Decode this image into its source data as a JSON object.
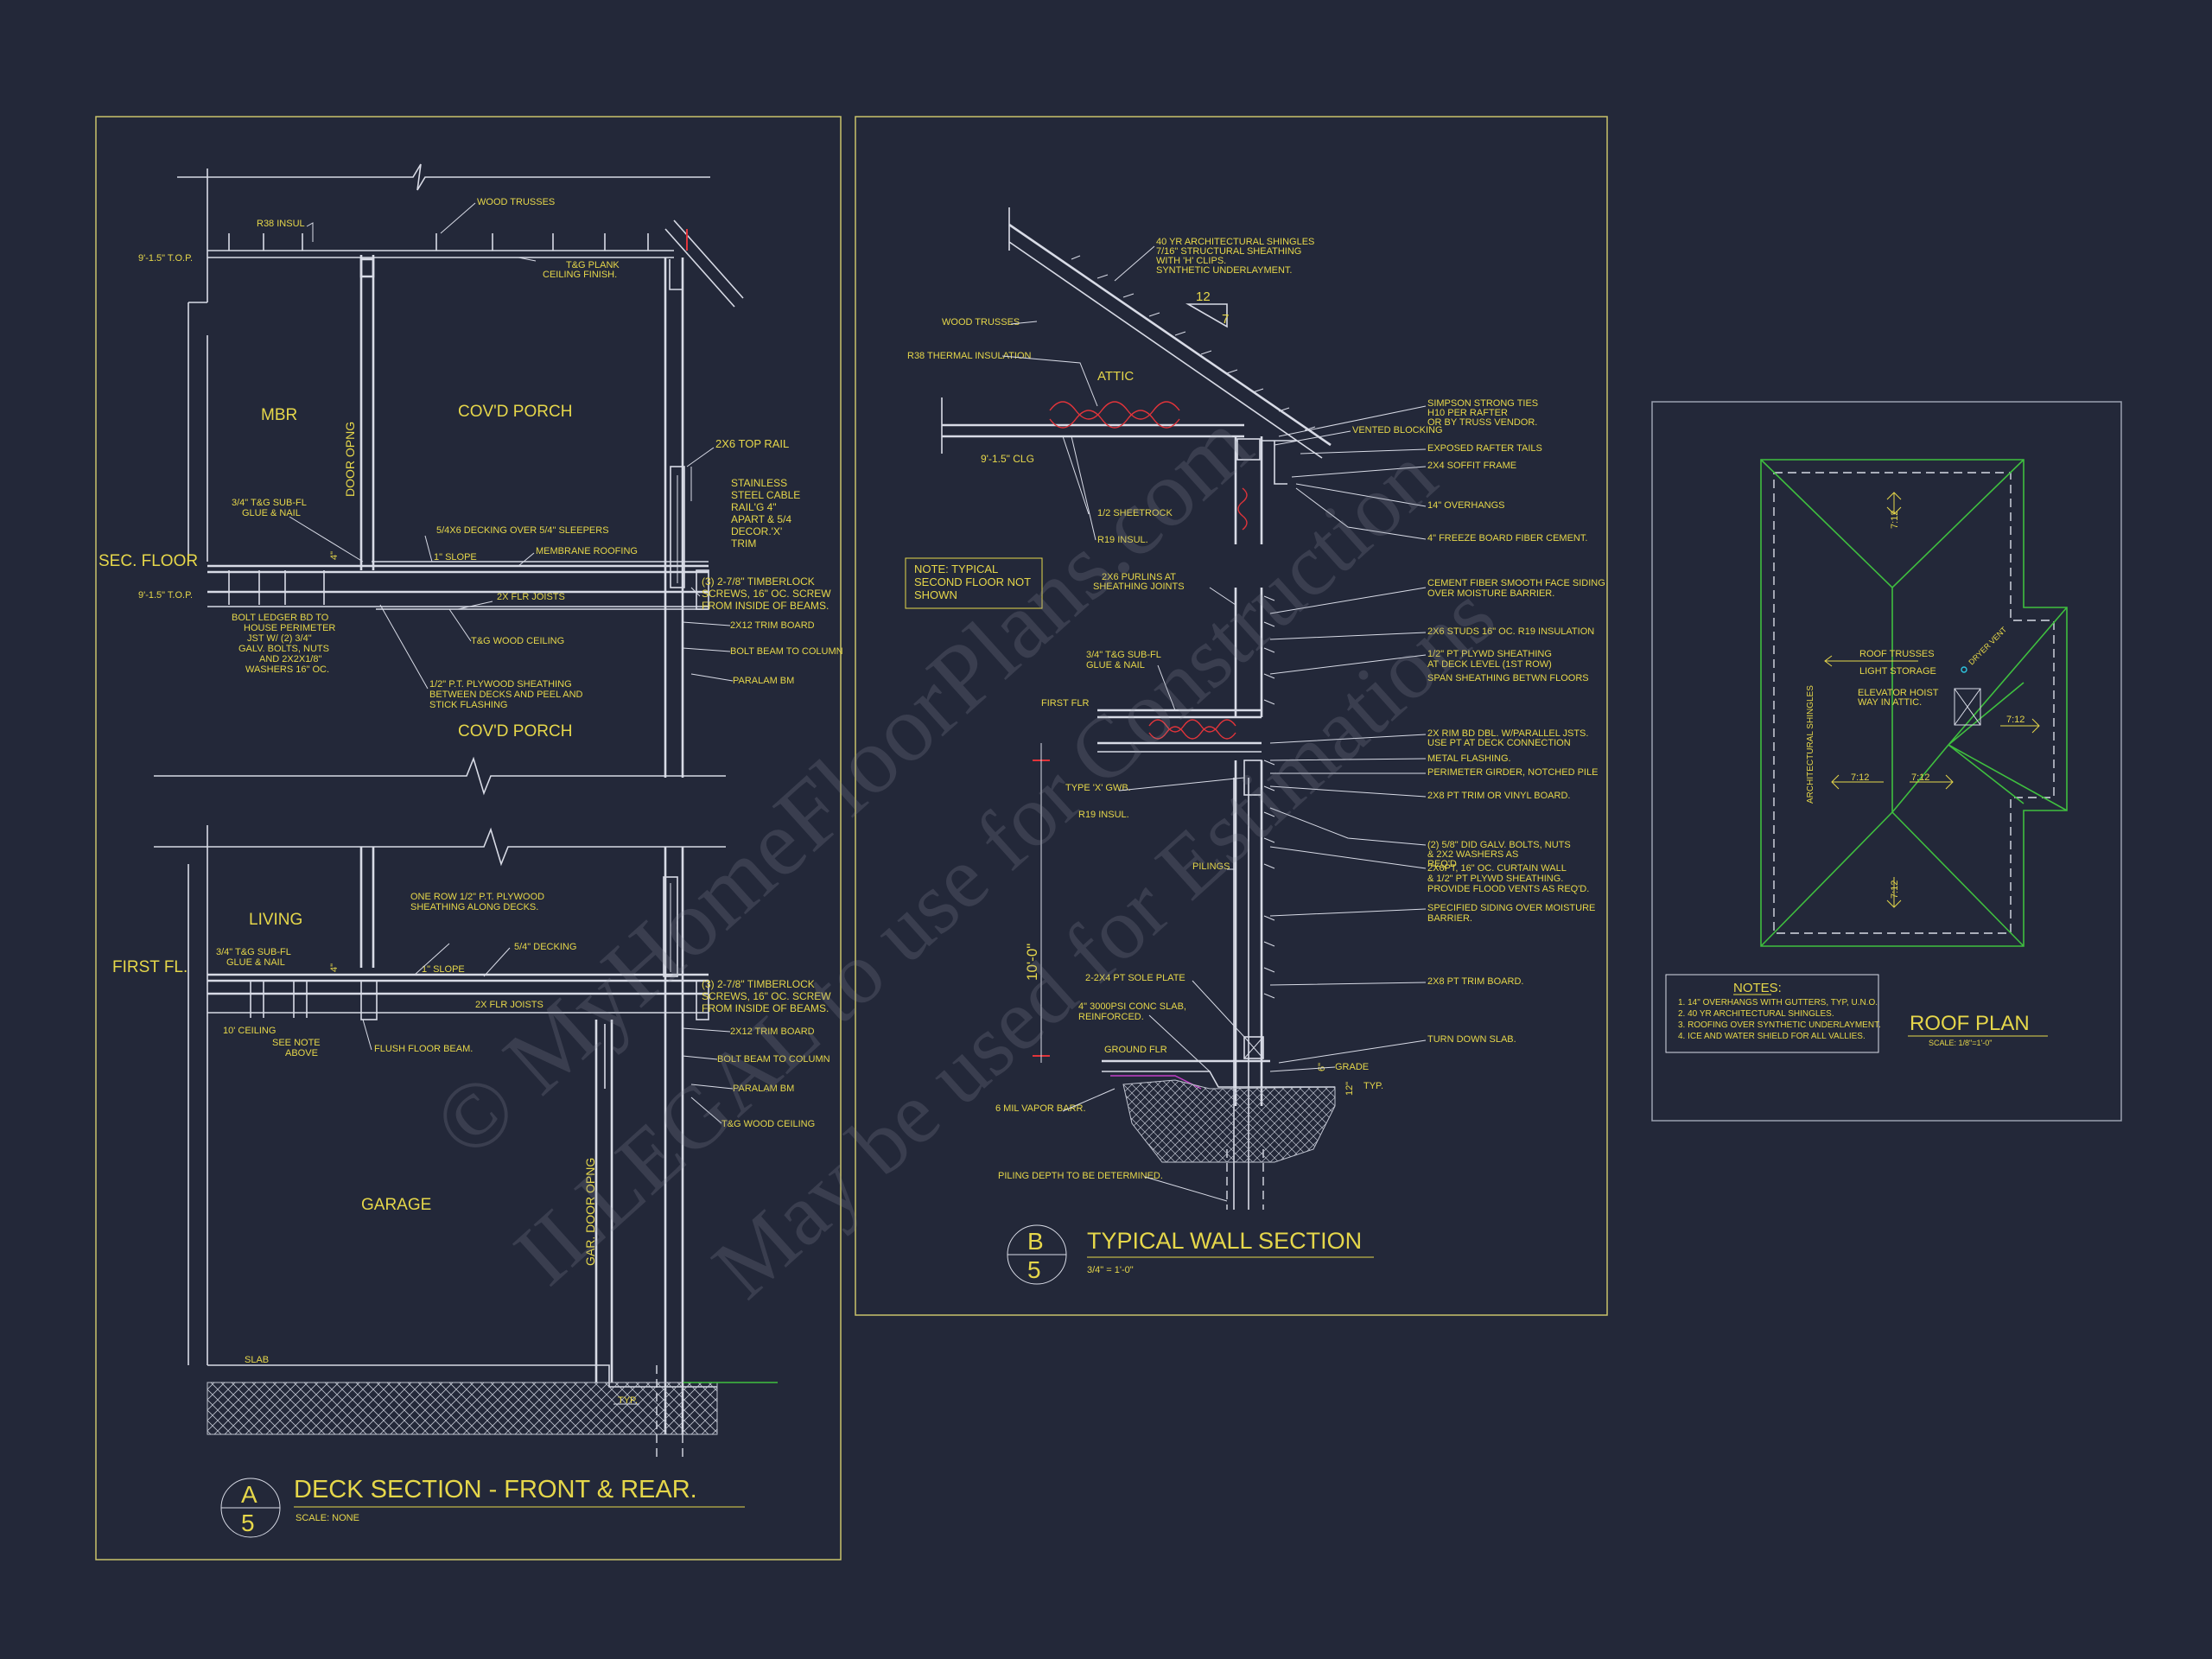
{
  "watermark": {
    "line1": "© MyHomeFloorPlans.com",
    "line2": "ILLEGAL to use for Construction",
    "line3": "May be used for Estimations"
  },
  "deck_section": {
    "title": "DECK SECTION - FRONT & REAR.",
    "scale": "SCALE: NONE",
    "bubble_top": "A",
    "bubble_bottom": "5",
    "rooms": {
      "mbr": "MBR",
      "covd_porch_upper": "COV'D PORCH",
      "covd_porch_lower": "COV'D PORCH",
      "living": "LIVING",
      "garage": "GARAGE"
    },
    "levels": {
      "sec_floor": "SEC. FLOOR",
      "first_fl": "FIRST FL."
    },
    "labels": {
      "top_plate_upper": "9'-1.5\" T.O.P.",
      "top_plate_mid": "9'-1.5\" T.O.P.",
      "r38_insul": "R38 INSUL",
      "wood_trusses": "WOOD TRUSSES",
      "tg_plank": "T&G PLANK",
      "ceiling_finish": "CEILING FINISH.",
      "door_opng": "DOOR OPNG",
      "top_rail": "2X6 TOP RAIL",
      "cable_rail": [
        "STAINLESS",
        "STEEL CABLE",
        "RAIL'G 4\"",
        "APART & 5/4",
        "DECOR.'X'",
        "TRIM"
      ],
      "subfl_upper": [
        "3/4\" T&G SUB-FL",
        "GLUE & NAIL"
      ],
      "decking_sleepers": "5/4X6 DECKING OVER 5/4\" SLEEPERS",
      "membrane": "MEMBRANE ROOFING",
      "slope_upper": "1\" SLOPE",
      "dim_upper": "4\"",
      "timberlock_upper": [
        "(3) 2-7/8\" TIMBERLOCK",
        "SCREWS, 16\" OC. SCREW",
        "FROM INSIDE OF BEAMS."
      ],
      "flr_joists_upper": "2X FLR JOISTS",
      "trim_board_upper": "2X12 TRIM BOARD",
      "tg_ceiling_upper": "T&G WOOD CEILING",
      "bolt_beam_upper": "BOLT BEAM TO COLUMN",
      "paralam_upper": "PARALAM BM",
      "bolt_ledger": [
        "BOLT LEDGER BD TO",
        "HOUSE PERIMETER",
        "JST W/ (2) 3/4\"",
        "GALV. BOLTS, NUTS",
        "AND 2X2X1/8\"",
        "WASHERS 16\" OC."
      ],
      "pt_sheathing": [
        "1/2\" P.T. PLYWOOD SHEATHING",
        "BETWEEN DECKS AND PEEL AND",
        "STICK FLASHING"
      ],
      "one_row_sheathing": [
        "ONE ROW 1/2\" P.T. PLYWOOD",
        "SHEATHING ALONG DECKS."
      ],
      "decking_lower": "5/4\" DECKING",
      "subfl_lower": [
        "3/4\" T&G SUB-FL",
        "GLUE & NAIL"
      ],
      "slope_lower": "1\" SLOPE",
      "dim_lower": "4\"",
      "timberlock_lower": [
        "(3) 2-7/8\" TIMBERLOCK",
        "SCREWS, 16\" OC. SCREW",
        "FROM INSIDE OF BEAMS."
      ],
      "flr_joists_lower": "2X FLR JOISTS",
      "ceiling_10": "10' CEILING",
      "see_note": [
        "SEE NOTE",
        "ABOVE"
      ],
      "flush_beam": "FLUSH FLOOR BEAM.",
      "trim_board_lower": "2X12 TRIM BOARD",
      "bolt_beam_lower": "BOLT BEAM TO COLUMN",
      "paralam_lower": "PARALAM BM",
      "tg_ceiling_lower": "T&G WOOD CEILING",
      "gar_door_opng": "GAR. DOOR OPNG",
      "slab": "SLAB",
      "typ": "TYP."
    }
  },
  "wall_section": {
    "title": "TYPICAL WALL SECTION",
    "scale": "3/4\" = 1'-0\"",
    "bubble_top": "B",
    "bubble_bottom": "5",
    "attic": "ATTIC",
    "pitch_rise": "12",
    "pitch_run": "7",
    "note_box": [
      "NOTE: TYPICAL",
      "SECOND FLOOR NOT",
      "SHOWN"
    ],
    "height_dim": "10'-0\"",
    "labels": {
      "shingles": [
        "40 YR ARCHITECTURAL SHINGLES",
        "7/16\" STRUCTURAL SHEATHING",
        "WITH 'H' CLIPS.",
        "SYNTHETIC UNDERLAYMENT."
      ],
      "wood_trusses": "WOOD TRUSSES",
      "r38": "R38 THERMAL INSULATION",
      "clg": "9'-1.5\" CLG",
      "sheetrock": "1/2 SHEETROCK",
      "r19_top": "R19 INSUL.",
      "simpson": [
        "SIMPSON STRONG TIES",
        "H10 PER RAFTER",
        "OR BY TRUSS VENDOR."
      ],
      "vented_blocking": "VENTED BLOCKING",
      "rafter_tails": "EXPOSED RAFTER TAILS",
      "soffit": "2X4 SOFFIT FRAME",
      "overhangs": "14\" OVERHANGS",
      "freeze_board": "4\" FREEZE BOARD FIBER CEMENT.",
      "purlins": [
        "2X6 PURLINS AT",
        "SHEATHING JOINTS"
      ],
      "siding": [
        "CEMENT FIBER SMOOTH FACE SIDING",
        "OVER MOISTURE BARRIER."
      ],
      "studs": "2X6 STUDS 16\" OC. R19 INSULATION",
      "plywood": [
        "1/2\" PT PLYWD SHEATHING",
        "AT DECK LEVEL (1ST ROW)",
        "SPAN SHEATHING BETWN FLOORS"
      ],
      "subfl": [
        "3/4\" T&G SUB-FL",
        "GLUE & NAIL"
      ],
      "first_flr": "FIRST FLR",
      "rim_bd": "2X RIM BD    DBL. W/PARALLEL JSTS.",
      "rim_bd2": "USE PT AT DECK CONNECTION",
      "metal_flashing": "METAL FLASHING.",
      "girder": "PERIMETER GIRDER, NOTCHED PILE",
      "gwb": "TYPE 'X' GWB.",
      "r19_bot": "R19 INSUL.",
      "pt_trim": "2X8 PT TRIM OR VINYL BOARD.",
      "galv_bolts": [
        "(2) 5/8\" DID GALV. BOLTS, NUTS",
        "& 2X2 WASHERS AS",
        "REQ'D"
      ],
      "curtain_wall": [
        "2X6PT, 16\" OC. CURTAIN WALL",
        "& 1/2\" PT PLYWD SHEATHING.",
        "PROVIDE FLOOD VENTS AS REQ'D."
      ],
      "pilings": "PILINGS",
      "specified_siding": [
        "SPECIFIED SIDING OVER MOISTURE",
        "BARRIER."
      ],
      "sole_plate": "2-2X4 PT SOLE PLATE",
      "trim_board": "2X8 PT TRIM BOARD.",
      "conc_slab": [
        "4\" 3000PSI CONC SLAB,",
        "REINFORCED."
      ],
      "turn_down": "TURN DOWN SLAB.",
      "ground_flr": "GROUND FLR",
      "grade": "GRADE",
      "dim_6": "6\"",
      "dim_12": "12\"",
      "typ": "TYP.",
      "vapor": "6 MIL VAPOR BARR.",
      "piling_depth": "PILING DEPTH TO BE DETERMINED."
    }
  },
  "roof_plan": {
    "title": "ROOF PLAN",
    "scale": "SCALE: 1/8\"=1'-0\"",
    "pitch": "7:12",
    "roof_trusses": "ROOF TRUSSES",
    "light_storage": "LIGHT STORAGE",
    "elevator": [
      "ELEVATOR HOIST",
      "WAY IN ATTIC."
    ],
    "dryer_vent": "DRYER VENT",
    "shingles_side": "ARCHITECTURAL SHINGLES",
    "notes_title": "NOTES:",
    "notes": [
      "1. 14\" OVERHANGS WITH GUTTERS, TYP, U.N.O.",
      "2. 40 YR ARCHITECTURAL SHINGLES.",
      "3. ROOFING OVER SYNTHETIC UNDERLAYMENT.",
      "4. ICE AND WATER SHIELD FOR ALL VALLIES."
    ]
  },
  "colors": {
    "background": "#232839",
    "text": "#e6d74a",
    "lines": "#d8dbe6",
    "frame": "#c9c26a",
    "roof_outline": "#3fbf3f",
    "accent": "#e2343a"
  }
}
